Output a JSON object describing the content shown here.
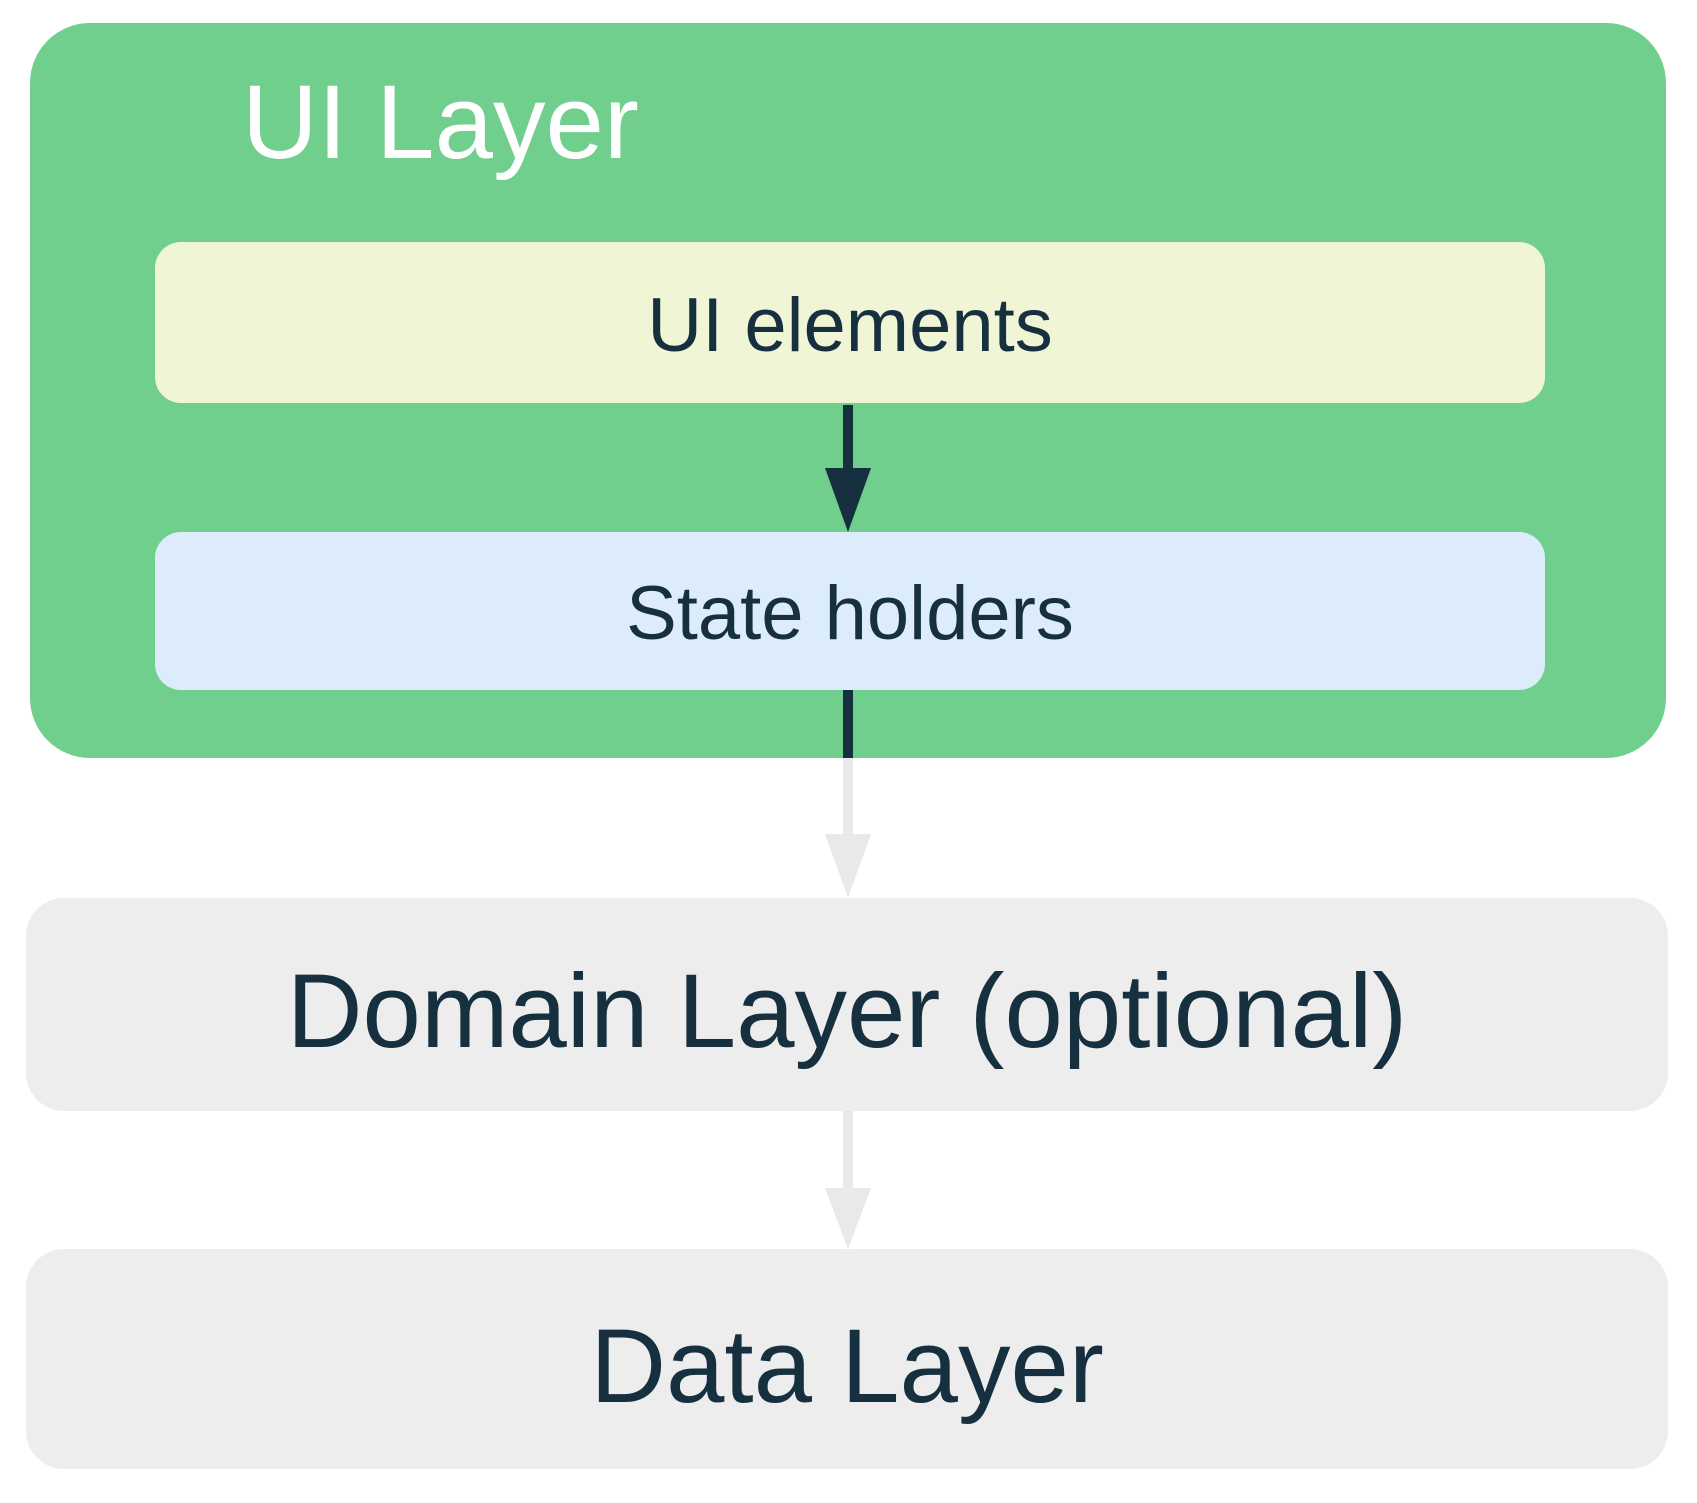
{
  "diagram": {
    "ui_layer": {
      "title": "UI Layer",
      "boxes": [
        {
          "label": "UI elements"
        },
        {
          "label": "State holders"
        }
      ]
    },
    "domain_layer": {
      "label": "Domain Layer (optional)"
    },
    "data_layer": {
      "label": "Data Layer"
    },
    "arrows": [
      {
        "from": "UI elements",
        "to": "State holders",
        "style": "dark"
      },
      {
        "from": "State holders",
        "to": "Domain Layer (optional)",
        "style": "dark-then-light"
      },
      {
        "from": "Domain Layer (optional)",
        "to": "Data Layer",
        "style": "light"
      }
    ]
  },
  "colors": {
    "background": "#FFFFFF",
    "ui-layer-bg": "#70CF8C",
    "ui-elements-bg": "#EFF5D5",
    "state-holders-bg": "#DCECFB",
    "layer-box-bg": "#EDEDED",
    "text-dark": "#17303F",
    "title-text": "#FFFFFF",
    "arrow-dark": "#17303F",
    "arrow-light": "#E9E9EA"
  }
}
